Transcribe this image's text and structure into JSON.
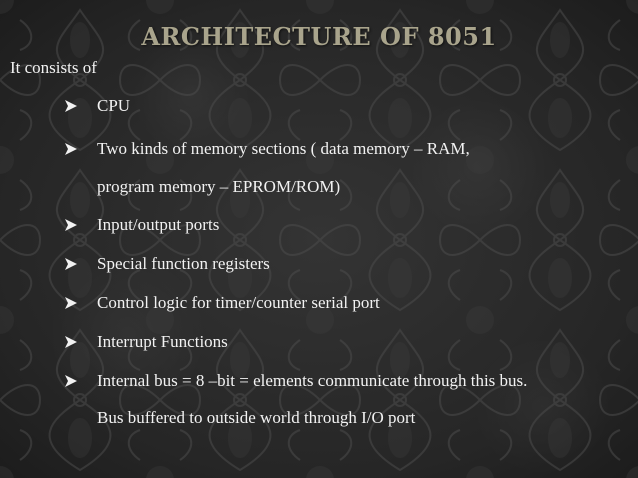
{
  "slide": {
    "title": "ARCHITECTURE  OF 8051",
    "intro": "It consists of",
    "bullets": [
      {
        "text": "CPU"
      },
      {
        "text": "Two kinds of  memory sections ( data memory – RAM,",
        "continuation": "program  memory – EPROM/ROM)"
      },
      {
        "text": "Input/output ports"
      },
      {
        "text": "Special function registers"
      },
      {
        "text": "Control logic  for timer/counter serial port"
      },
      {
        "text": "Interrupt  Functions"
      },
      {
        "text": "Internal bus = 8 –bit = elements communicate through this bus.",
        "continuation": "Bus buffered to outside world through I/O port"
      }
    ],
    "bullet_icon": "arrowhead-bullet-icon"
  },
  "colors": {
    "background": "#2a2a2a",
    "title": "#a9a48c",
    "text": "#f2f2f2"
  }
}
